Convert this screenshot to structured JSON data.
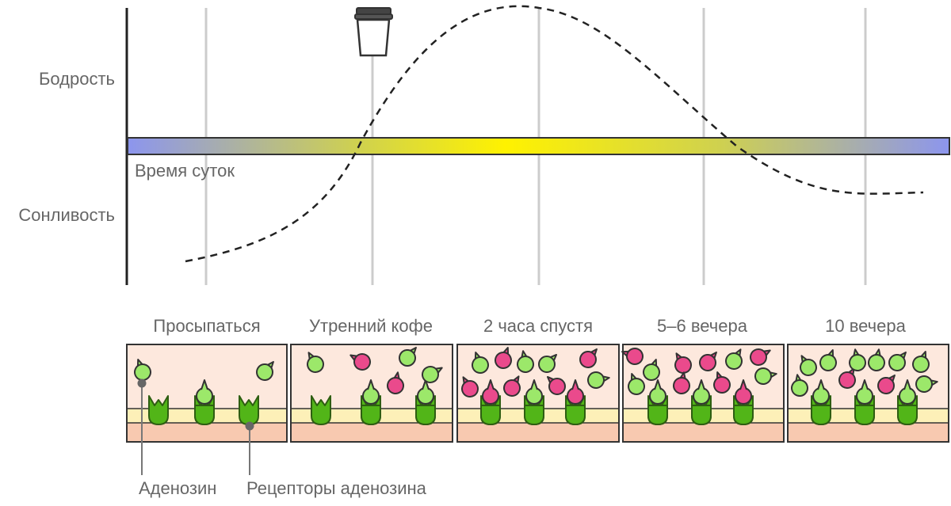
{
  "axis": {
    "top_label": "Бодрость",
    "bottom_label": "Сонливость",
    "time_label": "Время суток"
  },
  "colors": {
    "bar_edge": "#8c95ee",
    "bar_mid": "#fff200",
    "grid": "#cccccc",
    "adenosine": "#9ce86a",
    "caffeine": "#ea4a8c",
    "receptor": "#52b518",
    "panel_top": "#fde8dd",
    "panel_band": "#fdf0b8",
    "panel_bottom": "#f8c9b0"
  },
  "icons": {
    "coffee": "coffee-cup-icon"
  },
  "panels": [
    {
      "label": "Просыпаться"
    },
    {
      "label": "Утренний кофе"
    },
    {
      "label": "2 часа спустя"
    },
    {
      "label": "5–6 вечера"
    },
    {
      "label": "10 вечера"
    }
  ],
  "legend": {
    "adenosine": "Аденозин",
    "receptors": "Рецепторы аденозина"
  }
}
